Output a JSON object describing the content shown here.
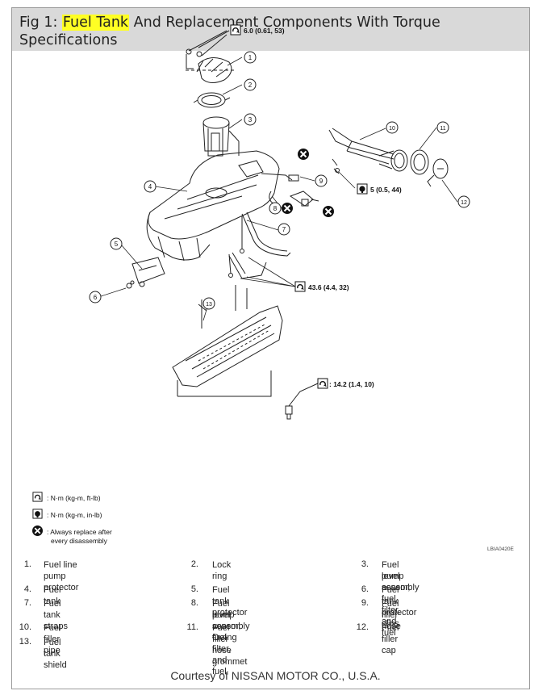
{
  "title": {
    "prefix": "Fig 1: ",
    "highlight": "Fuel Tank",
    "rest": " And Replacement Components With Torque Specifications"
  },
  "torque_specs": [
    {
      "symbol": "nm-ftlb",
      "text": "6.0 (0.61, 53)"
    },
    {
      "symbol": "nm-inlb",
      "text": "5 (0.5, 44)"
    },
    {
      "symbol": "nm-ftlb",
      "text": "43.6 (4.4, 32)"
    },
    {
      "symbol": "nm-ftlb",
      "text": ": 14.2 (1.4, 10)"
    }
  ],
  "callouts": [
    "1",
    "2",
    "3",
    "4",
    "5",
    "6",
    "7",
    "8",
    "9",
    "10",
    "11",
    "12",
    "13"
  ],
  "legend": [
    {
      "icon": "torque-ftlb-icon",
      "text": ": N·m (kg-m, ft-lb)"
    },
    {
      "icon": "torque-inlb-icon",
      "text": ": N·m (kg-m, in-lb)"
    },
    {
      "icon": "always-replace-icon",
      "text": ": Always replace after",
      "text2": "every disassembly"
    }
  ],
  "diagram_code": "LBIA0420E",
  "parts": [
    {
      "num": "1.",
      "label": "Fuel line pump protector",
      "label2": ""
    },
    {
      "num": "2.",
      "label": "Lock ring",
      "label2": ""
    },
    {
      "num": "3.",
      "label": "Fuel level sensor, fuel filter, and fuel",
      "label2": "pump assembly"
    },
    {
      "num": "4.",
      "label": "Fuel tank",
      "label2": ""
    },
    {
      "num": "5.",
      "label": "Fuel tank protector",
      "label2": ""
    },
    {
      "num": "6.",
      "label": "Fuel tank protector clips",
      "label2": ""
    },
    {
      "num": "7.",
      "label": "Fuel tank straps",
      "label2": ""
    },
    {
      "num": "8.",
      "label": "Fuel level sensor, fuel filter, and fuel",
      "label2": "pump assembly O-ring"
    },
    {
      "num": "9.",
      "label": "Fuel filler hose",
      "label2": ""
    },
    {
      "num": "10.",
      "label": "Fuel filler pipe",
      "label2": ""
    },
    {
      "num": "11.",
      "label": "Fuel filler hose grommet",
      "label2": ""
    },
    {
      "num": "12.",
      "label": "Fuel filler cap",
      "label2": ""
    },
    {
      "num": "13.",
      "label": "Fuel tank shield",
      "label2": ""
    }
  ],
  "courtesy": "Courtesy of NISSAN MOTOR CO., U.S.A."
}
